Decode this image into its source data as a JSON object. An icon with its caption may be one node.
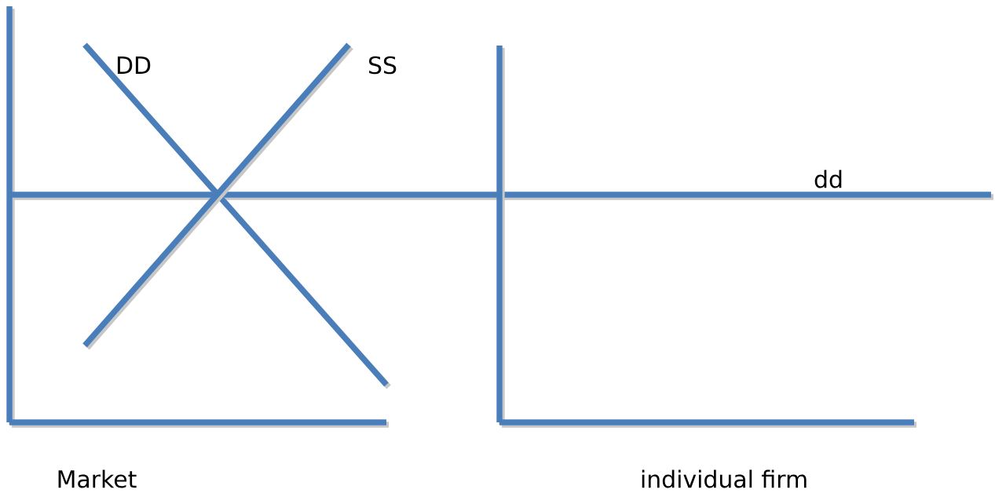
{
  "diagram": {
    "labels": [
      "DD",
      "SS",
      "dd",
      "Market",
      "individual firm"
    ]
  }
}
